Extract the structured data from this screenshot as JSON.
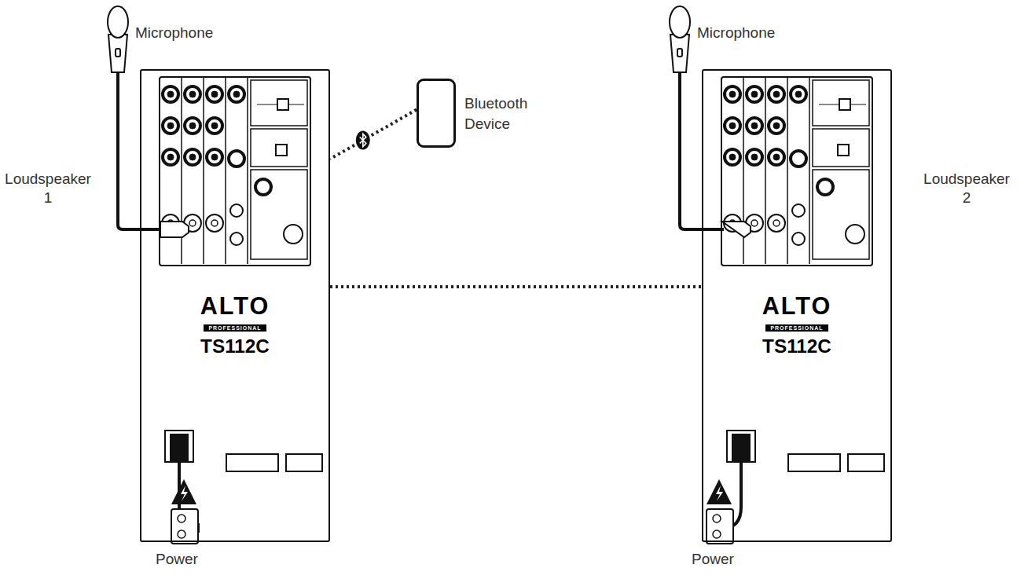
{
  "diagram": {
    "nodes": [
      {
        "text": [
          "ALTO",
          "PROFESSIONAL",
          "TS112C"
        ]
      },
      {
        "text": [
          "ALTO",
          "PROFESSIONAL",
          "TS112C"
        ]
      },
      {
        "text": [
          "Bluetooth Device"
        ]
      }
    ],
    "edges": [
      {
        "from": 2,
        "to": 0,
        "arrow": "none"
      },
      {
        "from": 0,
        "to": 1,
        "arrow": "none"
      }
    ],
    "labels": [
      "Microphone",
      "Microphone",
      "Loudspeaker 1",
      "Loudspeaker 2",
      "Power",
      "Power"
    ]
  }
}
